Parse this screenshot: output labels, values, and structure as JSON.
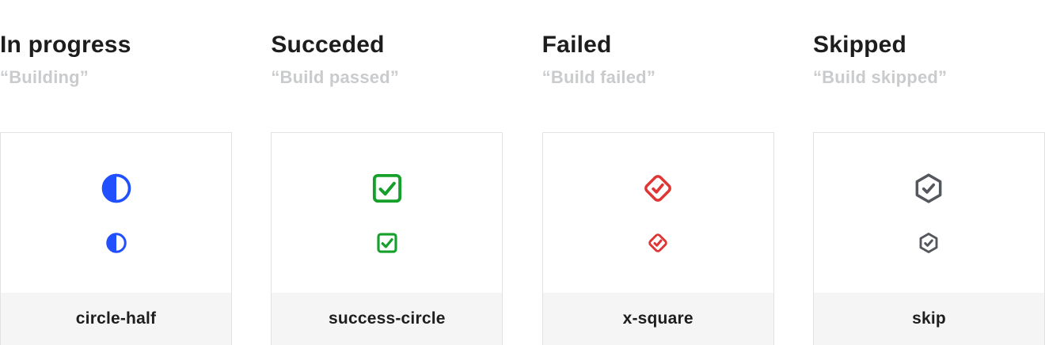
{
  "columns": [
    {
      "title": "In progress",
      "subtitle": "“Building”",
      "icon_label": "circle-half",
      "icon": "circle-half-icon",
      "color": "#2050ff"
    },
    {
      "title": "Succeded",
      "subtitle": "“Build passed”",
      "icon_label": "success-circle",
      "icon": "success-circle-icon",
      "color": "#14a02a"
    },
    {
      "title": "Failed",
      "subtitle": "“Build failed”",
      "icon_label": "x-square",
      "icon": "x-square-icon",
      "color": "#e03535"
    },
    {
      "title": "Skipped",
      "subtitle": "“Build skipped”",
      "icon_label": "skip",
      "icon": "skip-icon",
      "color": "#54575c"
    }
  ]
}
